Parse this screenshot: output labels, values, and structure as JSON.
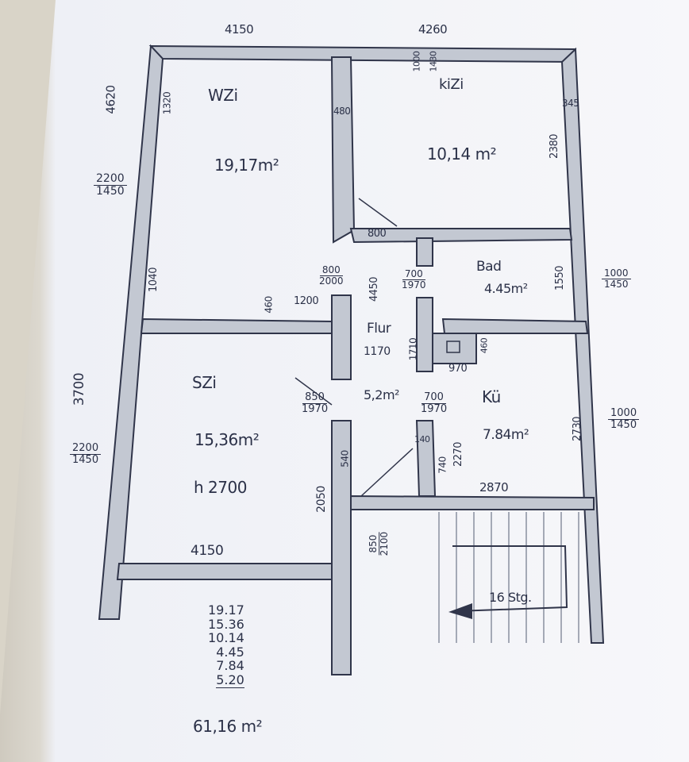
{
  "rooms": {
    "wzi": {
      "name": "WZi",
      "area": "19,17m²"
    },
    "kizi": {
      "name": "kiZi",
      "area": "10,14 m²"
    },
    "bad": {
      "name": "Bad",
      "area": "4.45m²"
    },
    "flur": {
      "name": "Flur",
      "area": "5,2m²",
      "dim": "1170"
    },
    "szi": {
      "name": "SZi",
      "area": "15,36m²",
      "height": "h 2700"
    },
    "kue": {
      "name": "Kü",
      "area": "7.84m²"
    }
  },
  "dimensions": {
    "top_left": "4150",
    "top_right": "4260",
    "left_upper": "4620",
    "left_lower": "3700",
    "wzi_side": "1320",
    "wall_480": "480",
    "right_345": "345",
    "kizi_height": "2380",
    "kizi_door": "800",
    "wzi_lower": "1040",
    "step_460": "460",
    "step_1200": "1200",
    "flur_4450": "4450",
    "bad_1550": "1550",
    "flur_1710": "1710",
    "chimney_460": "460",
    "chimney_970": "970",
    "wall_540": "540",
    "wall_140": "140",
    "wall_740": "740",
    "kue_2270": "2270",
    "kue_2730": "2730",
    "szi_2050": "2050",
    "kue_2870": "2870",
    "bottom_4150": "4150",
    "top_window_a": "1000",
    "top_window_b": "1430"
  },
  "openings": [
    {
      "w": "2200",
      "h": "1450"
    },
    {
      "w": "800",
      "h": "2000"
    },
    {
      "w": "700",
      "h": "1970"
    },
    {
      "w": "1000",
      "h": "1450"
    },
    {
      "w": "850",
      "h": "1970"
    },
    {
      "w": "700",
      "h": "1970"
    },
    {
      "w": "2200",
      "h": "1450"
    },
    {
      "w": "1000",
      "h": "1450"
    },
    {
      "w": "850",
      "h": "2100"
    }
  ],
  "stairs": {
    "label": "16 Stg."
  },
  "summary": {
    "values": [
      "19.17",
      "15.36",
      "10.14",
      "4.45",
      "7.84",
      "5.20"
    ],
    "total": "61,16 m²"
  }
}
